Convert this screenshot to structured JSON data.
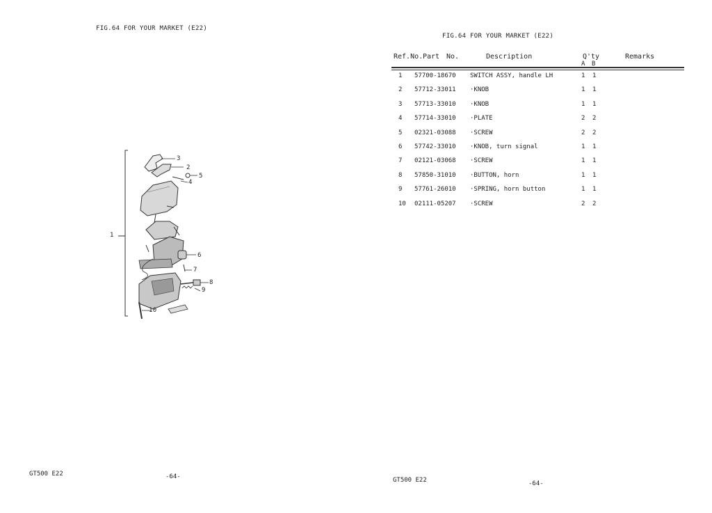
{
  "left_page": {
    "fig_title": "FIG.64  FOR YOUR MARKET (E22)",
    "model": "GT500 E22",
    "page_number": "-64-",
    "callouts": [
      "1",
      "2",
      "3",
      "4",
      "5",
      "6",
      "7",
      "8",
      "9",
      "10"
    ]
  },
  "right_page": {
    "fig_title": "FIG.64  FOR YOUR MARKET (E22)",
    "headers": {
      "ref_no": "Ref.No.",
      "part": "Part",
      "no": "No.",
      "description": "Description",
      "qty": "Q'ty",
      "qty_a": "A",
      "qty_b": "B",
      "remarks": "Remarks"
    },
    "rows": [
      {
        "ref": "1",
        "part": "57700-18670",
        "desc": "SWITCH ASSY, handle LH",
        "a": "1",
        "b": "1"
      },
      {
        "ref": "2",
        "part": "57712-33011",
        "desc": "·KNOB",
        "a": "1",
        "b": "1"
      },
      {
        "ref": "3",
        "part": "57713-33010",
        "desc": "·KNOB",
        "a": "1",
        "b": "1"
      },
      {
        "ref": "4",
        "part": "57714-33010",
        "desc": "·PLATE",
        "a": "2",
        "b": "2"
      },
      {
        "ref": "5",
        "part": "02321-03088",
        "desc": "·SCREW",
        "a": "2",
        "b": "2"
      },
      {
        "ref": "6",
        "part": "57742-33010",
        "desc": "·KNOB, turn signal",
        "a": "1",
        "b": "1"
      },
      {
        "ref": "7",
        "part": "02121-03068",
        "desc": "·SCREW",
        "a": "1",
        "b": "1"
      },
      {
        "ref": "8",
        "part": "57850-31010",
        "desc": "·BUTTON, horn",
        "a": "1",
        "b": "1"
      },
      {
        "ref": "9",
        "part": "57761-26010",
        "desc": "·SPRING, horn button",
        "a": "1",
        "b": "1"
      },
      {
        "ref": "10",
        "part": "02111-05207",
        "desc": "·SCREW",
        "a": "2",
        "b": "2"
      }
    ],
    "model": "GT500 E22",
    "page_number": "-64-"
  }
}
